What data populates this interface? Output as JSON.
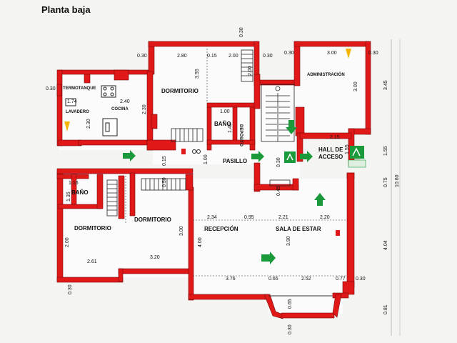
{
  "title": "Planta baja",
  "rooms": {
    "termotanque": "TERMOTANQUE",
    "lavadero": "LAVADERO",
    "cocina": "COCINA",
    "dormitorio_top": "DORMITORIO",
    "bano_top": "BAÑO",
    "deposito": "DEPÓSITO",
    "pasillo": "PASILLO",
    "administracion": "ADMINISTRACIÓN",
    "hall": "HALL DE",
    "acceso": "ACCESO",
    "bano_left": "BAÑO",
    "dormitorio_left": "DORMITORIO",
    "dormitorio_mid": "DORMITORIO",
    "recepcion": "RECEPCIÓN",
    "sala": "SALA DE ESTAR"
  },
  "dims": {
    "d030_a": "0.30",
    "d280": "2.80",
    "d015": "0.15",
    "d200_top": "2.00",
    "d030_b": "0.30",
    "d030_c": "0.30",
    "d300_adm": "3.00",
    "d030_d": "0.30",
    "d030_left": "0.30",
    "d174": "1.74",
    "d240": "2.40",
    "d355": "3.55",
    "d200_v": "2.00",
    "d230_a": "2.30",
    "d230_b": "2.30",
    "d300_v": "3.00",
    "d100": "1.00",
    "d140": "1.40",
    "d215": "2.15",
    "d155": "1.55",
    "d015_b": "0.15",
    "d030_e": "0.30",
    "d116": "1.16",
    "d135": "1.35",
    "d050": "0.50",
    "d045": "0.45",
    "d234": "2.34",
    "d095": "0.95",
    "d221": "2.21",
    "d220": "2.20",
    "d300_mid": "3.00",
    "d400": "4.00",
    "d390": "3.90",
    "d200_l": "2.00",
    "d261": "2.61",
    "d320": "3.20",
    "d376": "3.76",
    "d065": "0.65",
    "d252": "2.52",
    "d077": "0.77",
    "d030_f": "0.30",
    "d030_g": "0.30",
    "d065_b": "0.65",
    "d030_h": "0.30",
    "d345": "3.45",
    "r155": "1.55",
    "r075": "0.75",
    "r1060": "10.60",
    "r404": "4.04",
    "r081": "0.81",
    "d100_b": "1.00",
    "d030_i": "0.30"
  },
  "colors": {
    "wall": "#e01818",
    "arrow": "#1a9a3a",
    "exit_sign": "#1a9a3a"
  },
  "icons": [
    "electric-hazard-icon",
    "exit-sign-icon",
    "fire-extinguisher-icon",
    "stove-icon",
    "sink-icon"
  ]
}
